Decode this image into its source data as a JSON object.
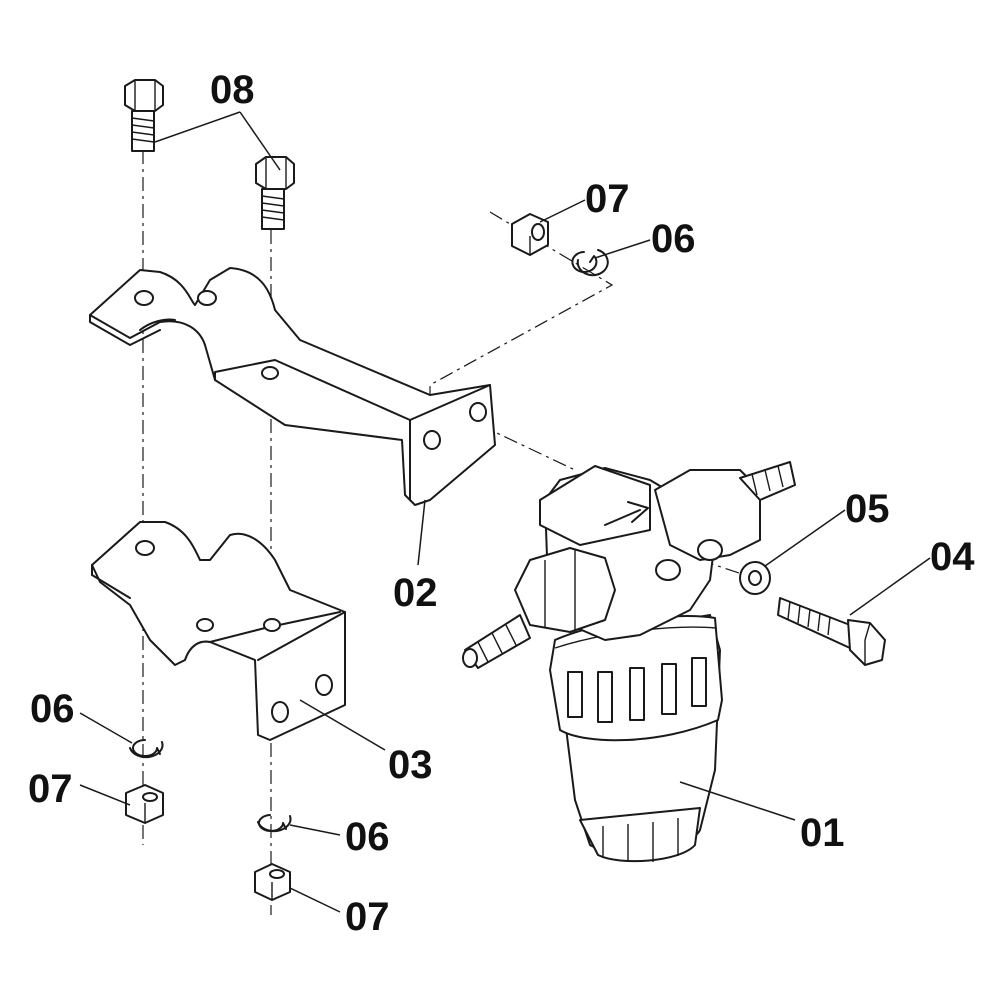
{
  "labels": {
    "l08": "08",
    "l07_top": "07",
    "l06_top": "06",
    "l05": "05",
    "l04": "04",
    "l02": "02",
    "l03": "03",
    "l06_left": "06",
    "l07_left": "07",
    "l06_bottom": "06",
    "l07_bottom": "07",
    "l01": "01"
  }
}
